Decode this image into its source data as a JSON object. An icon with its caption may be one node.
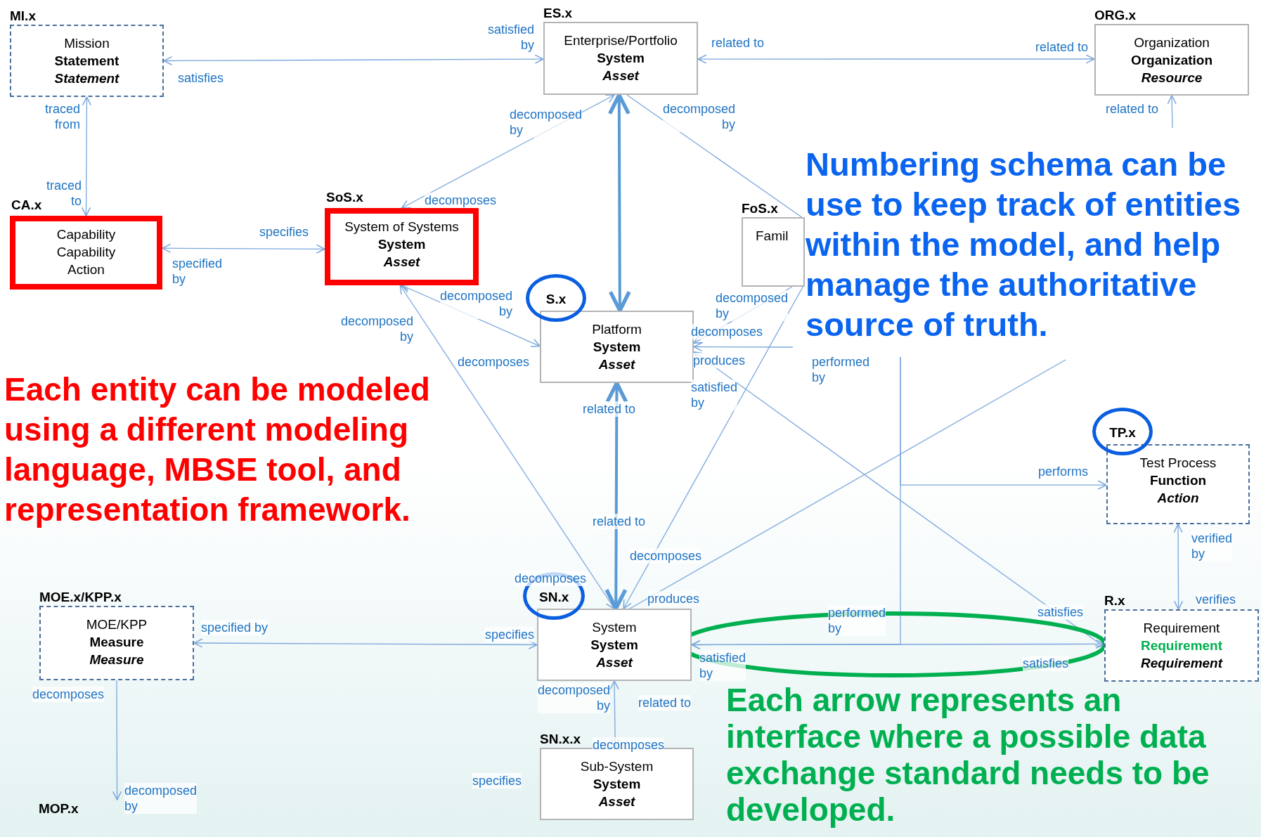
{
  "diagram": {
    "nodes": [
      {
        "text": [
          "MI.x",
          "Mission",
          "Statement",
          "Statement"
        ]
      },
      {
        "text": [
          "ES.x",
          "Enterprise/Portfolio",
          "System",
          "Asset"
        ]
      },
      {
        "text": [
          "ORG.x",
          "Organization",
          "Organization",
          "Resource"
        ]
      },
      {
        "text": [
          "CA.x",
          "Capability",
          "Capability",
          "Action"
        ]
      },
      {
        "text": [
          "SoS.x",
          "System of Systems",
          "System",
          "Asset"
        ]
      },
      {
        "text": [
          "FoS.x",
          "Famil"
        ]
      },
      {
        "text": [
          "S.x",
          "Platform",
          "System",
          "Asset"
        ]
      },
      {
        "text": [
          "TP.x",
          "Test Process",
          "Function",
          "Action"
        ]
      },
      {
        "text": [
          "MOE.x/KPP.x",
          "MOE/KPP",
          "Measure",
          "Measure"
        ]
      },
      {
        "text": [
          "SN.x",
          "System",
          "System",
          "Asset"
        ]
      },
      {
        "text": [
          "R.x",
          "Requirement",
          "Requirement",
          "Requirement"
        ]
      },
      {
        "text": [
          "SN.x.x",
          "Sub-System",
          "System",
          "Asset"
        ]
      },
      {
        "text": [
          "MOP.x"
        ]
      }
    ],
    "edges": [
      {
        "from": 0,
        "to": 1,
        "arrow": "both",
        "label": "satisfies"
      },
      {
        "from": 1,
        "to": 2,
        "arrow": "both",
        "label": "related to"
      },
      {
        "from": 0,
        "to": 3,
        "arrow": "both",
        "label": "traced from"
      },
      {
        "from": 3,
        "to": 4,
        "arrow": "both",
        "label": "specified by"
      },
      {
        "from": 1,
        "to": 4,
        "arrow": "both",
        "label": "decomposed by"
      },
      {
        "from": 1,
        "to": 6,
        "arrow": "both",
        "style": "thick",
        "color": "#5b9bd5"
      },
      {
        "from": 1,
        "to": 5,
        "arrow": "none",
        "label": "decomposed by"
      },
      {
        "from": 4,
        "to": 6,
        "arrow": "both",
        "label": "decomposed by"
      },
      {
        "from": 4,
        "to": 9,
        "arrow": "both",
        "label": "decomposed by"
      },
      {
        "from": 6,
        "to": 9,
        "arrow": "both",
        "style": "thick",
        "color": "#5b9bd5",
        "label": "related to"
      },
      {
        "from": 5,
        "to": 6,
        "arrow": "to",
        "label": "decomposed by"
      },
      {
        "from": null,
        "to": 6,
        "arrow": "to",
        "label": "produces"
      },
      {
        "from": 6,
        "to": 10,
        "arrow": "both",
        "label": "satisfied by"
      },
      {
        "from": 5,
        "to": 9,
        "arrow": "to",
        "label": "decomposes"
      },
      {
        "from": null,
        "to": 9,
        "arrow": "none",
        "label": "produces"
      },
      {
        "from": null,
        "to": 7,
        "arrow": "to",
        "label": "performs"
      },
      {
        "from": null,
        "to": 9,
        "arrow": "to",
        "label": "performed by"
      },
      {
        "from": 9,
        "to": 10,
        "arrow": "both",
        "label": "satisfied by"
      },
      {
        "from": 7,
        "to": 10,
        "arrow": "both",
        "label": "verified by"
      },
      {
        "from": null,
        "to": 2,
        "arrow": "to",
        "label": "related to"
      },
      {
        "from": 8,
        "to": 9,
        "arrow": "both",
        "label": "specified by"
      },
      {
        "from": 8,
        "to": 12,
        "arrow": "to",
        "label": "decomposes"
      },
      {
        "from": 9,
        "to": 11,
        "arrow": "both",
        "label": "decomposed by"
      }
    ],
    "labels": [
      "satisfied by",
      "related to",
      "Numbering schema can be use to keep track of entities within the model, and help manage the authoritative source of truth.",
      "decomposes",
      "traced to",
      "specifies",
      "Each entity can be modeled using a different modeling language, MBSE tool, and representation framework.",
      "decomposes",
      "decomposes",
      "related to",
      "decomposes",
      "verifies",
      "satisfies",
      "performed by",
      "specifies",
      "satisfies",
      "related to",
      "Each arrow represents an interface where a possible data exchange standard needs to be developed.",
      "decomposes",
      "specifies",
      "decomposed by"
    ]
  }
}
